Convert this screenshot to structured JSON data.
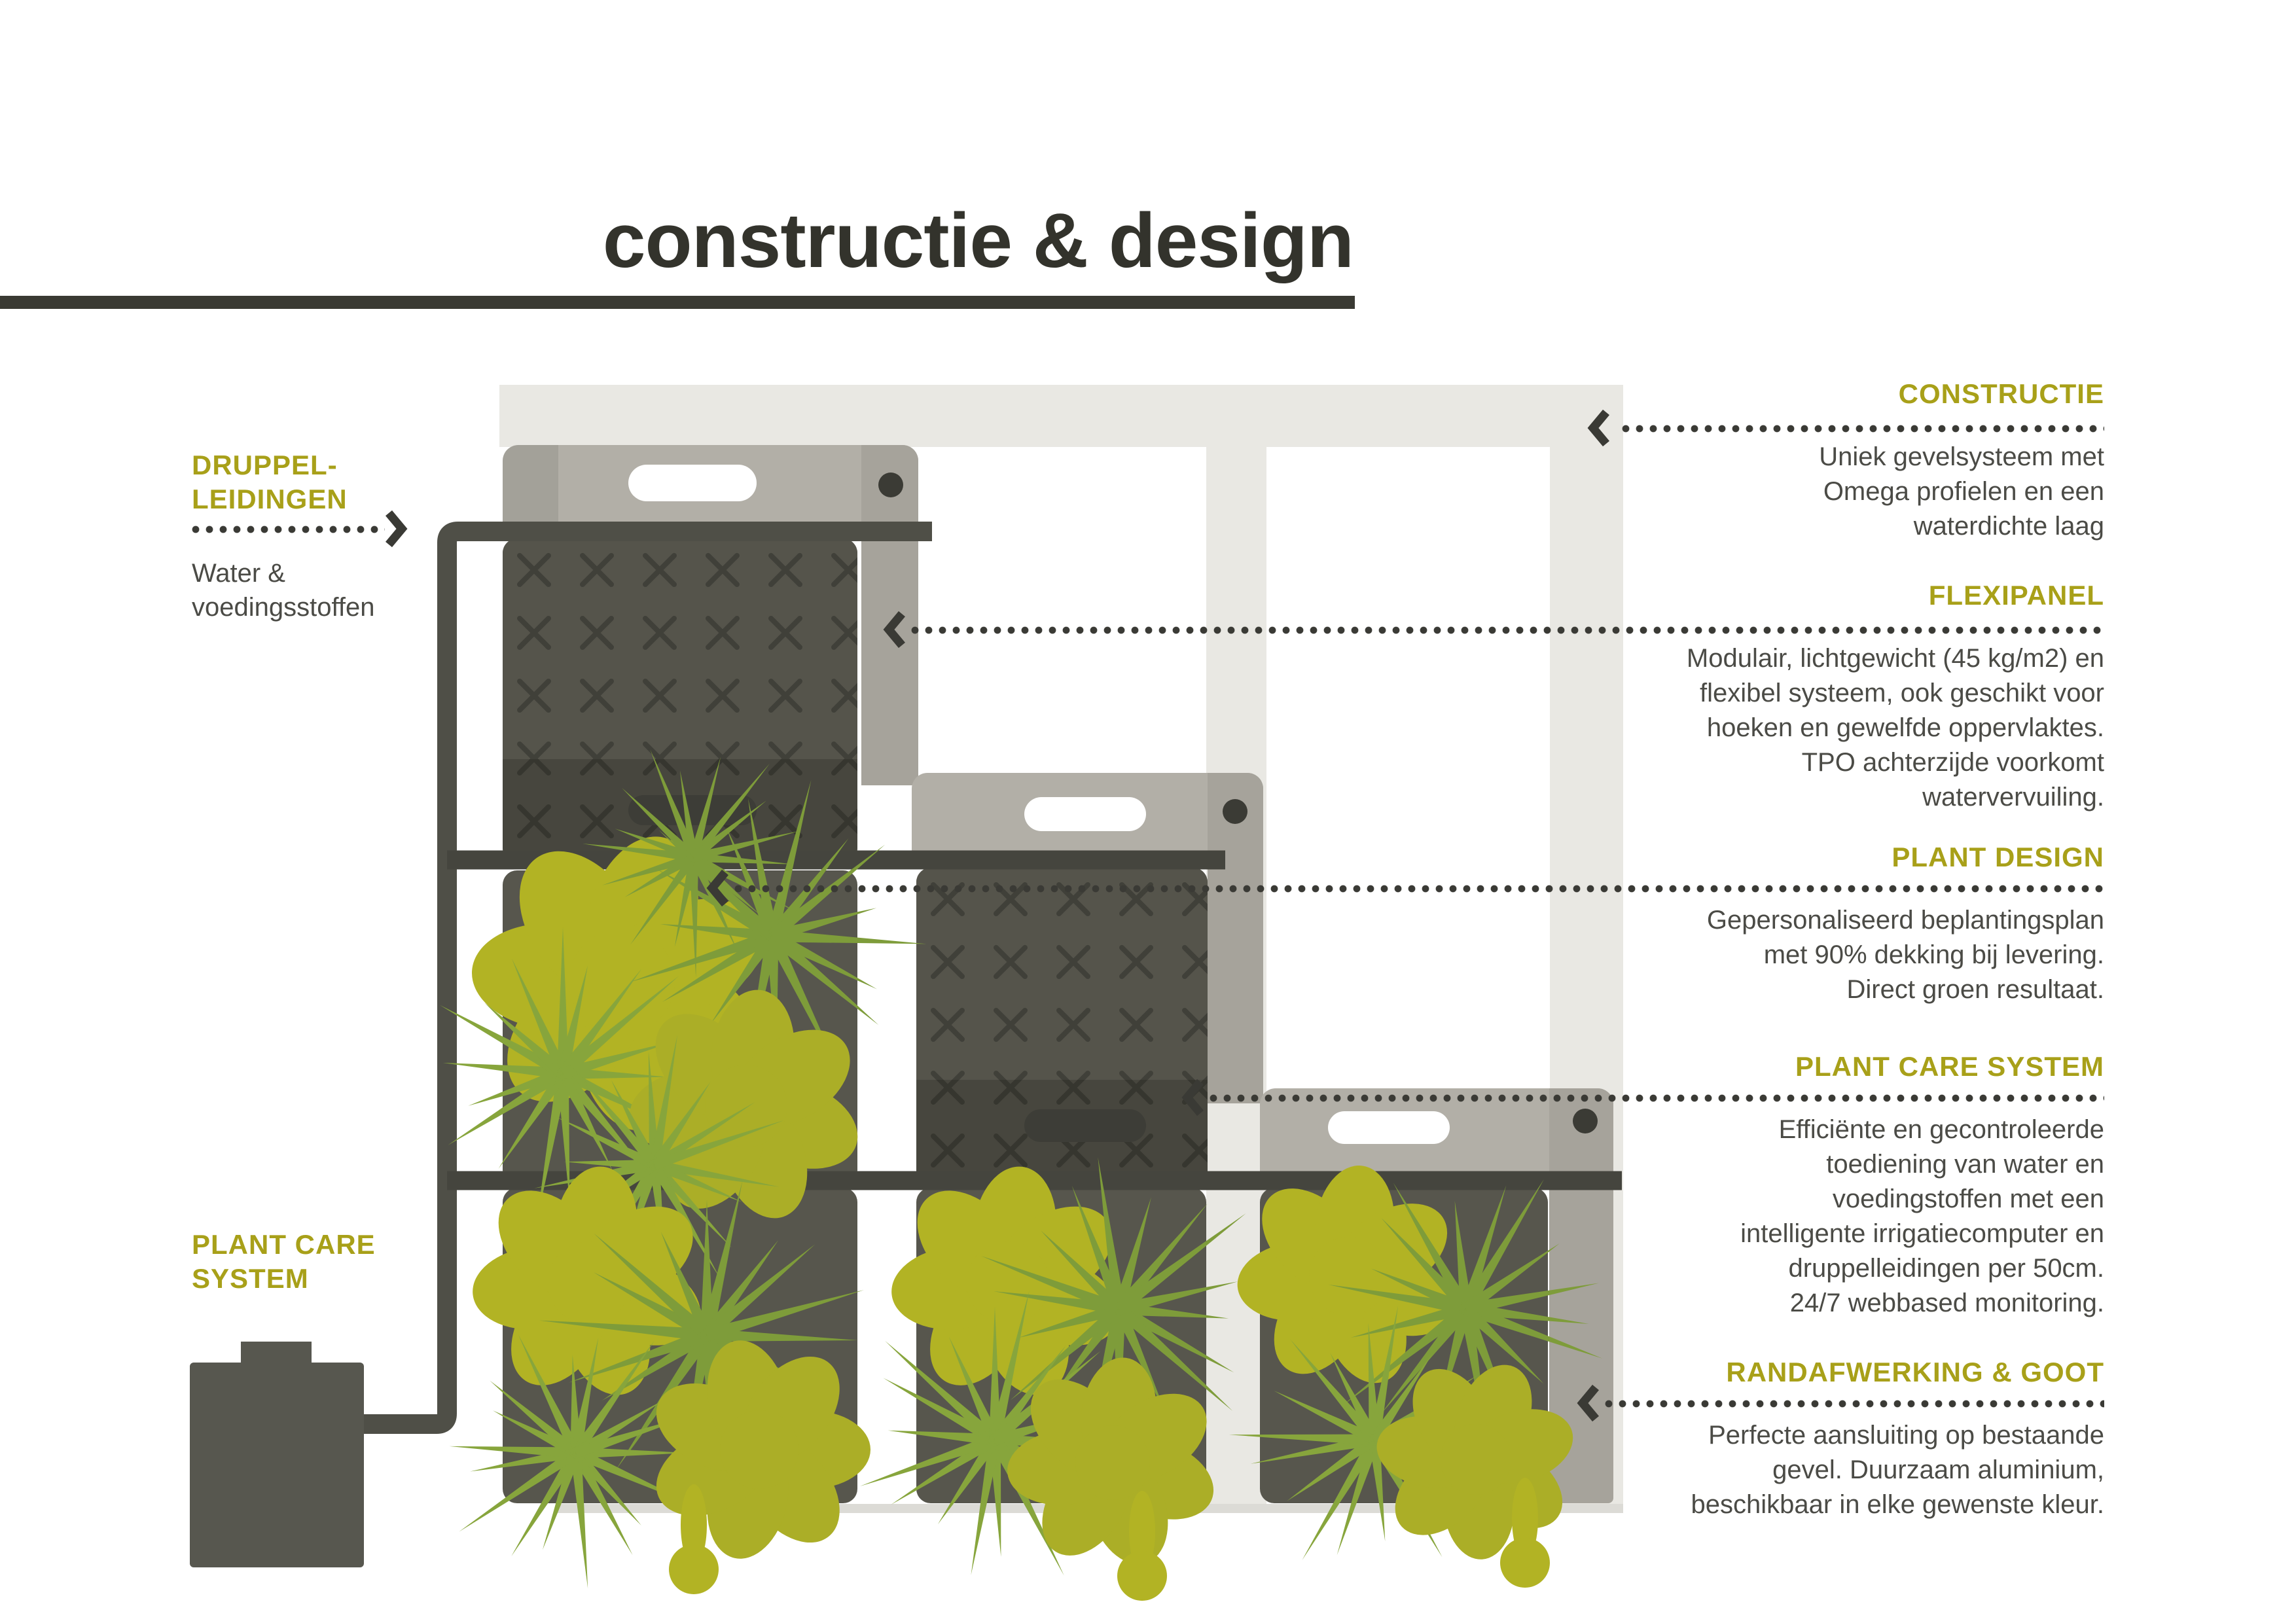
{
  "title": "constructie & design",
  "left_labels": {
    "druppel": {
      "heading_line1": "DRUPPEL-",
      "heading_line2": "LEIDINGEN",
      "sub_line1": "Water &",
      "sub_line2": "voedingsstoffen"
    },
    "plant_care": {
      "line1": "PLANT CARE",
      "line2": "SYSTEM"
    }
  },
  "sections": [
    {
      "heading": "CONSTRUCTIE",
      "lines": [
        "Uniek gevelsysteem met",
        "Omega profielen en een",
        "waterdichte laag"
      ]
    },
    {
      "heading": "FLEXIPANEL",
      "lines": [
        "Modulair, lichtgewicht (45 kg/m2) en",
        "flexibel systeem, ook geschikt voor",
        "hoeken en gewelfde oppervlaktes.",
        "TPO achterzijde voorkomt",
        "watervervuiling."
      ]
    },
    {
      "heading": "PLANT DESIGN",
      "lines": [
        "Gepersonaliseerd beplantingsplan",
        "met 90% dekking bij levering.",
        "Direct groen resultaat."
      ]
    },
    {
      "heading": "PLANT CARE SYSTEM",
      "lines": [
        "Efficiënte en gecontroleerde",
        "toediening van water en",
        "voedingstoffen met een",
        "intelligente irrigatiecomputer en",
        "druppelleidingen per 50cm.",
        "24/7 webbased monitoring."
      ]
    },
    {
      "heading": "RANDAFWERKING & GOOT",
      "lines": [
        "Perfecte aansluiting op bestaande",
        "gevel. Duurzaam aluminium,",
        "beschikbaar in elke gewenste kleur."
      ]
    }
  ],
  "colors": {
    "accent_olive": "#a8a019",
    "title_dark": "#33332c",
    "body_text": "#4b4b46",
    "dots_arrows": "#3a3a35",
    "wall_frame_light": "#e9e8e3",
    "crate_taupe": "#b2afa7",
    "crate_strip": "#a6a39b",
    "flexipanel_dark": "#55544b",
    "plant_panel": "#57564d",
    "pipe_dark": "#4f4f47",
    "plant_green": "#7e9c3a",
    "plant_yellow": "#b2b324"
  }
}
